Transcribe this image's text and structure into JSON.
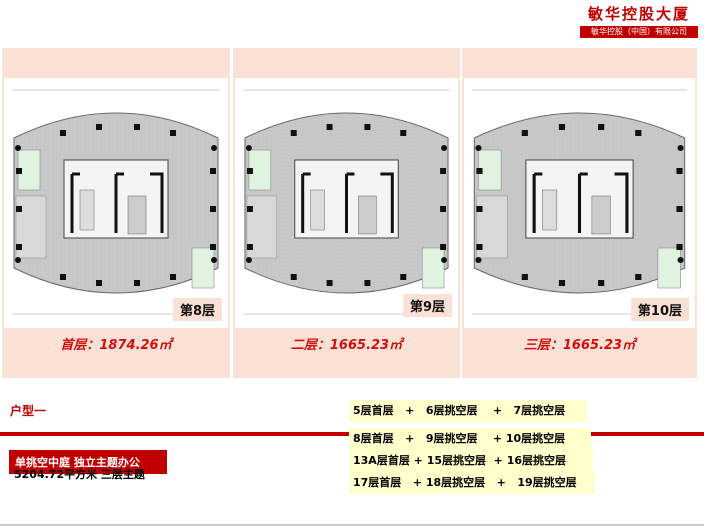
{
  "logo": {
    "title": "敏华控股大厦",
    "subtitle": "敏华控股（中国）有限公司"
  },
  "panels": [
    {
      "floor_label": "第8层",
      "area_label": "首层：1874.26㎡"
    },
    {
      "floor_label": "第9层",
      "area_label": "二层：1665.23㎡"
    },
    {
      "floor_label": "第10层",
      "area_label": "三层：1665.23㎡"
    }
  ],
  "unit_type": "户型一",
  "badge": "单挑空中庭  独立主题办公",
  "summary": "5204.72平方米  三层主题",
  "combos": [
    "5层首层   +   6层挑空层    +   7层挑空层",
    "8层首层   +   9层挑空层    + 10层挑空层",
    "13A层首层 + 15层挑空层  + 16层挑空层",
    "17层首层   + 18层挑空层   +   19层挑空层"
  ],
  "colors": {
    "brand": "#c00000",
    "panel": "#fbe1d5",
    "highlight": "#ffffcc"
  }
}
